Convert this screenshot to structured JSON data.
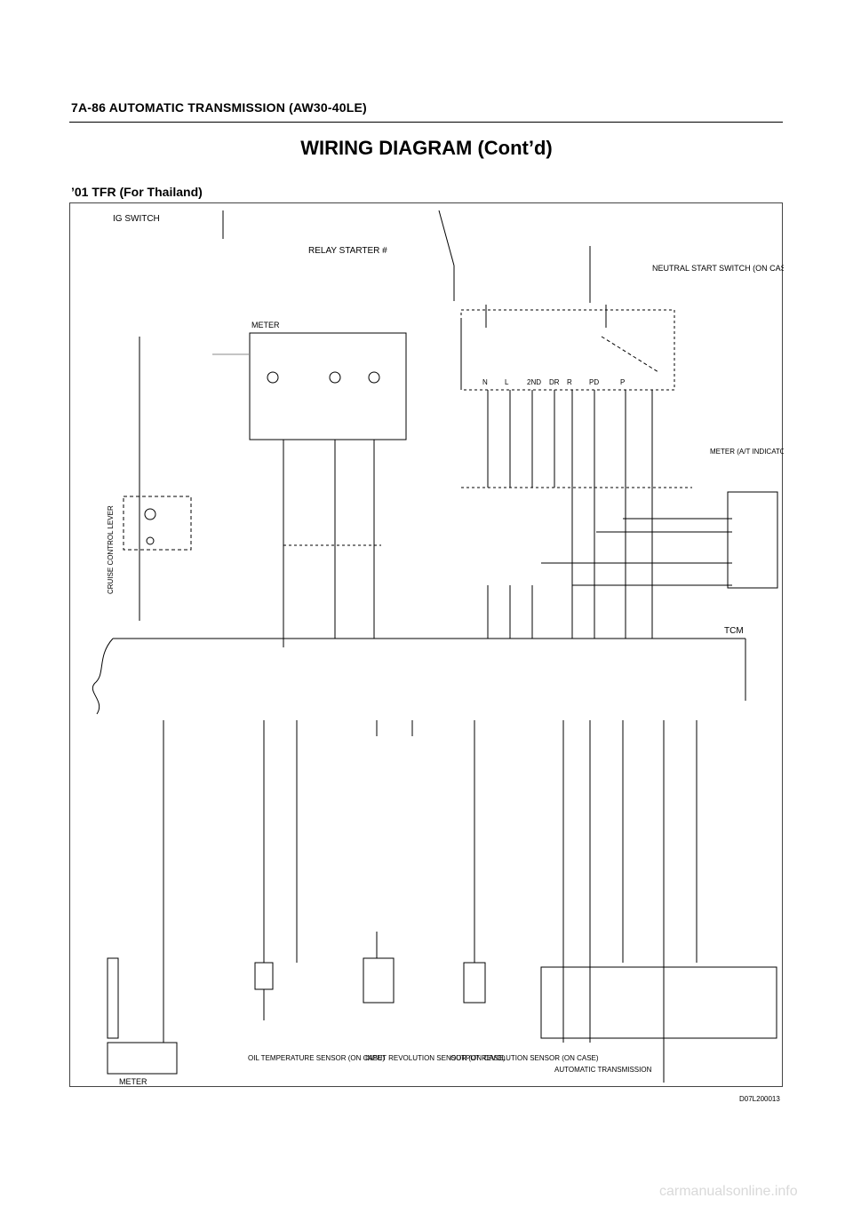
{
  "header": {
    "section": "7A-86  AUTOMATIC TRANSMISSION (AW30-40LE)"
  },
  "page_title": "WIRING DIAGRAM (Cont’d)",
  "subtitle": "’01 TFR (For Thailand)",
  "figure_code": "D07L200013",
  "footer_url": "carmanualsonline.info",
  "diagram": {
    "top_left_label": "IG SWITCH",
    "relay_label": "RELAY STARTER #",
    "neutral_switch_label": "NEUTRAL START SWITCH (ON CASE)",
    "meter_label": "METER",
    "meter_right_label": "METER (A/T INDICATOR)",
    "tcm_label": "TCM",
    "pins_n_row": [
      "N",
      "L",
      "2ND",
      "DR",
      "R",
      "PD",
      "P"
    ],
    "bottom_labels": {
      "meter": "METER",
      "oil_temp": "OIL TEMPERATURE SENSOR (ON CASE)",
      "input_rev": "INPUT REVOLUTION SENSOR (ON CASE)",
      "output_rev": "OUTPUT REVOLUTION SENSOR (ON CASE)",
      "automatic": "AUTOMATIC TRANSMISSION"
    },
    "cruise_label": "CRUISE CONTROL LEVER"
  }
}
